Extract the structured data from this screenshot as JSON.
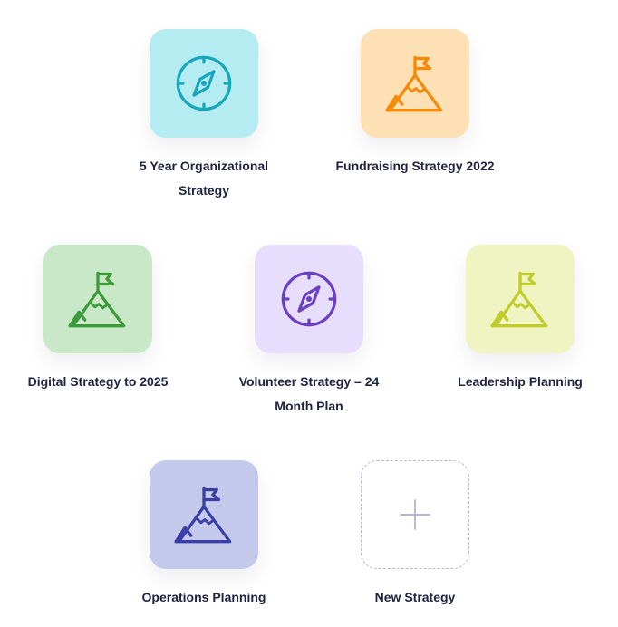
{
  "strategies": [
    {
      "label": "5 Year Organizational Strategy",
      "icon": "compass-icon",
      "bg": "#b5ecf2",
      "color": "#16a7bd"
    },
    {
      "label": "Fundraising Strategy 2022",
      "icon": "mountain-flag-icon",
      "bg": "#fee0b5",
      "color": "#f68a06"
    },
    {
      "label": "Digital Strategy to 2025",
      "icon": "mountain-flag-icon",
      "bg": "#c9e8c7",
      "color": "#3d9a3b"
    },
    {
      "label": "Volunteer Strategy – 24 Month Plan",
      "icon": "compass-icon",
      "bg": "#e6defc",
      "color": "#6a3fc0"
    },
    {
      "label": "Leadership Planning",
      "icon": "mountain-flag-icon",
      "bg": "#f0f4c3",
      "color": "#bfcc2c"
    },
    {
      "label": "Operations Planning",
      "icon": "mountain-flag-icon",
      "bg": "#c5c9eb",
      "color": "#3a3fa6"
    }
  ],
  "new_strategy": {
    "label": "New Strategy",
    "icon": "plus-icon",
    "color": "#b4a9d6"
  }
}
